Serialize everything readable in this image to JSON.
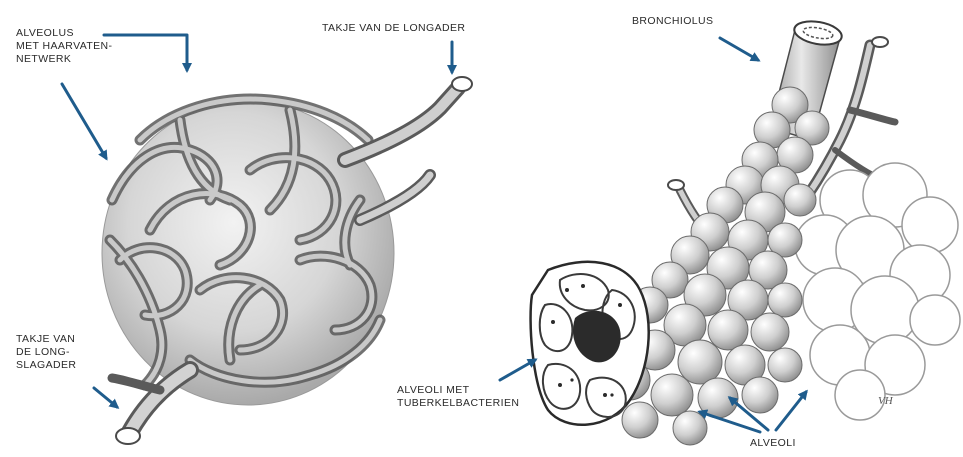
{
  "labels": {
    "alveolus": [
      "ALVEOLUS",
      "MET HAARVATEN-",
      "NETWERK"
    ],
    "pulmonary_vein": "TAKJE VAN DE LONGADER",
    "pulmonary_artery": [
      "TAKJE VAN",
      "DE LONG-",
      "SLAGADER"
    ],
    "bronchiole": "BRONCHIOLUS",
    "alveoli_tb": [
      "ALVEOLI MET",
      "TUBERKELBACTERIEN"
    ],
    "alveoli": "ALVEOLI"
  },
  "signature": "VH",
  "colors": {
    "arrow": "#1f5c8c",
    "vessel_fill": "#bdbdbd",
    "vessel_stroke": "#4a4a4a",
    "sac_fill": "#dcdcdc",
    "cloud_stroke": "#9a9a9a",
    "bacteria": "#2b2b2b"
  }
}
